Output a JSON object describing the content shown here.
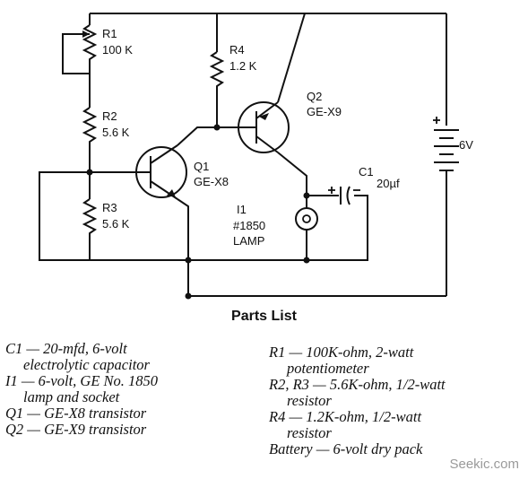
{
  "components": {
    "r1": {
      "ref": "R1",
      "value": "100 K"
    },
    "r2": {
      "ref": "R2",
      "value": "5.6 K"
    },
    "r3": {
      "ref": "R3",
      "value": "5.6 K"
    },
    "r4": {
      "ref": "R4",
      "value": "1.2 K"
    },
    "q1": {
      "ref": "Q1",
      "type": "GE-X8"
    },
    "q2": {
      "ref": "Q2",
      "type": "GE-X9"
    },
    "c1": {
      "ref": "C1",
      "value": "20µf"
    },
    "lamp": {
      "ref": "I1",
      "value": "#1850",
      "desc": "LAMP"
    },
    "battery": {
      "value": "6V"
    }
  },
  "parts_list": {
    "title": "Parts List",
    "left": [
      [
        "C1 — 20-mfd, 6-volt",
        "electrolytic capacitor"
      ],
      [
        "I1 — 6-volt, GE No. 1850",
        "lamp and socket"
      ],
      [
        "Q1 — GE-X8 transistor"
      ],
      [
        "Q2 — GE-X9 transistor"
      ]
    ],
    "right": [
      [
        "R1 — 100K-ohm, 2-watt",
        "potentiometer"
      ],
      [
        "R2, R3 — 5.6K-ohm, 1/2-watt",
        "resistor"
      ],
      [
        "R4 — 1.2K-ohm, 1/2-watt",
        "resistor"
      ],
      [
        "Battery — 6-volt dry pack"
      ]
    ]
  },
  "watermark": "Seekic.com"
}
